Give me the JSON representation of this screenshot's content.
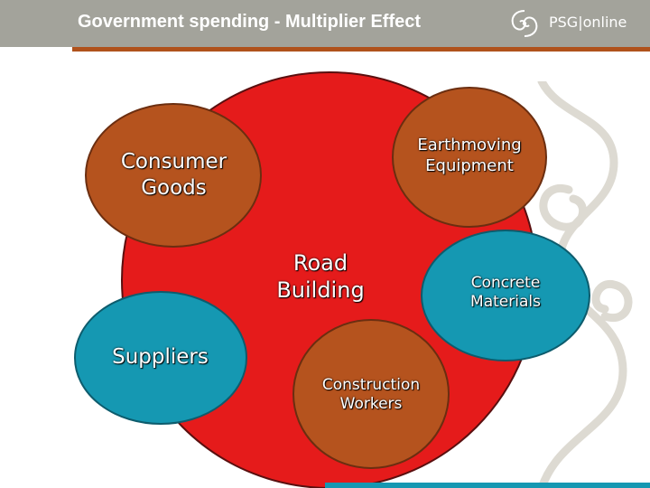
{
  "header": {
    "title": "Government spending - Multiplier Effect",
    "logo_text": "PSG|online"
  },
  "diagram": {
    "center": {
      "label": "Road\nBuilding"
    },
    "nodes": [
      {
        "id": "consumer-goods",
        "label": "Consumer\nGoods"
      },
      {
        "id": "earthmoving-equipment",
        "label": "Earthmoving\nEquipment"
      },
      {
        "id": "concrete-materials",
        "label": "Concrete\nMaterials"
      },
      {
        "id": "suppliers",
        "label": "Suppliers"
      },
      {
        "id": "construction-workers",
        "label": "Construction\nWorkers"
      }
    ]
  },
  "colors": {
    "header_bar": "#a3a39b",
    "accent_line": "#b0521c",
    "center_circle": "#e51b1b",
    "orange_node": "#b5531e",
    "teal_node": "#1598b2",
    "watermark": "#dddad2"
  }
}
